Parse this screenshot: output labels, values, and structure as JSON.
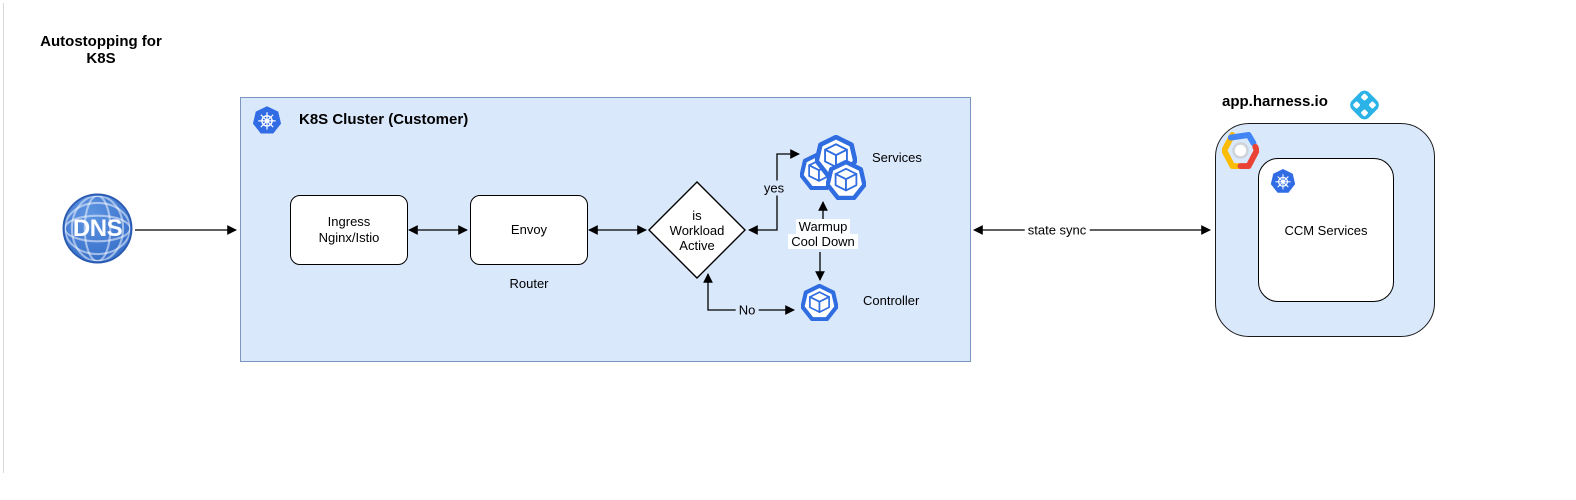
{
  "colors": {
    "cluster-fill": "#dae8fc",
    "cluster-stroke": "#7b96bd",
    "harness-stroke": "#1a1a1a",
    "node-fill": "#ffffff",
    "node-stroke": "#000000",
    "connector": "#000000",
    "k8s-blue": "#326ce5",
    "pod-blue": "#2f6de0",
    "harness-cyan": "#2bb3e8",
    "dns-blue": "#3a72cc",
    "gcp-blue": "#4285f4",
    "gcp-red": "#ea4335",
    "gcp-yellow": "#fbbc05"
  },
  "title": {
    "line1": "Autostopping for",
    "line2": "K8S"
  },
  "dns": {
    "label": "DNS"
  },
  "cluster": {
    "title": "K8S Cluster (Customer)",
    "ingress": {
      "line1": "Ingress",
      "line2": "Nginx/Istio"
    },
    "envoy": {
      "label": "Envoy",
      "caption": "Router"
    },
    "decision": {
      "line1": "is",
      "line2": "Workload",
      "line3": "Active"
    },
    "services_label": "Services",
    "controller_label": "Controller",
    "edge_yes": "yes",
    "edge_no": "No",
    "warmup_line1": "Warmup",
    "warmup_line2": "Cool Down"
  },
  "state_sync_label": "state sync",
  "harness": {
    "title": "app.harness.io",
    "ccm_label": "CCM Services"
  }
}
